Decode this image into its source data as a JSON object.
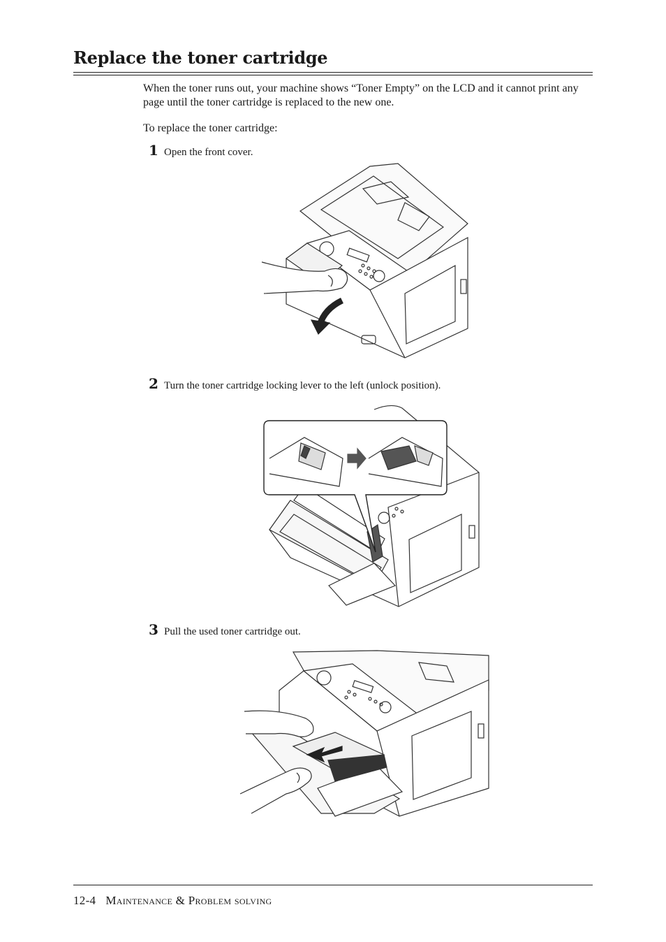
{
  "section": {
    "title": "Replace the toner cartridge"
  },
  "intro": "When the toner runs out, your machine shows “Toner Empty” on the LCD and it cannot print any page until the toner cartridge is replaced to the new one.",
  "lead": "To replace the toner cartridge:",
  "steps": [
    {
      "number": "1",
      "text": "Open the front cover."
    },
    {
      "number": "2",
      "text": "Turn the toner cartridge locking lever to the left (unlock position)."
    },
    {
      "number": "3",
      "text": "Pull the used toner cartridge out."
    }
  ],
  "footer": {
    "page": "12-4",
    "chapter": "Maintenance & Problem solving"
  },
  "figures": [
    {
      "icon": "printer-open-cover-illustration"
    },
    {
      "icon": "toner-lever-unlock-illustration"
    },
    {
      "icon": "toner-pull-out-illustration"
    }
  ]
}
